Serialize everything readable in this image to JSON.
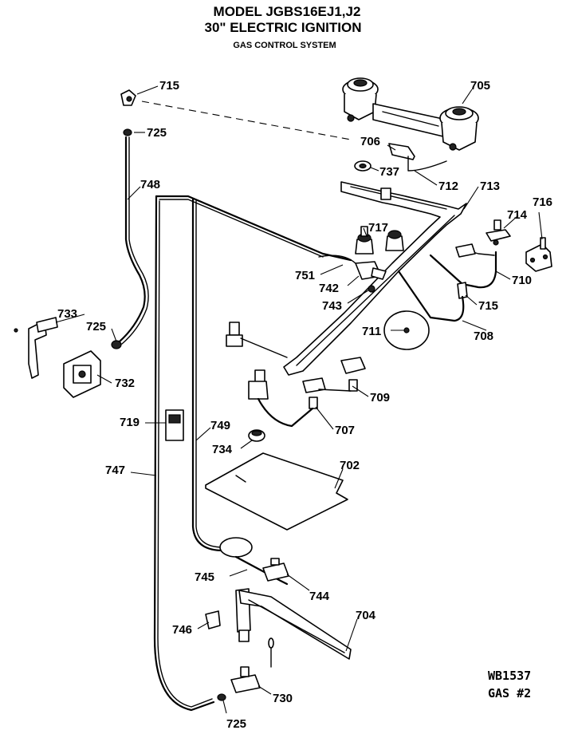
{
  "header": {
    "model": "MODEL JGBS16EJ1,J2",
    "subtitle": "30\" ELECTRIC IGNITION",
    "section": "GAS CONTROL SYSTEM"
  },
  "callouts": {
    "p715a": "715",
    "p725a": "725",
    "p748": "748",
    "p705": "705",
    "p706": "706",
    "p737": "737",
    "p712": "712",
    "p713": "713",
    "p716": "716",
    "p714": "714",
    "p717": "717",
    "p751": "751",
    "p742": "742",
    "p743": "743",
    "p710": "710",
    "p715b": "715",
    "p711": "711",
    "p708": "708",
    "p733": "733",
    "p725b": "725",
    "p732": "732",
    "p709": "709",
    "p719": "719",
    "p749": "749",
    "p707": "707",
    "p734": "734",
    "p747": "747",
    "p702": "702",
    "p745": "745",
    "p744": "744",
    "p704": "704",
    "p746": "746",
    "p730": "730",
    "p725c": "725"
  },
  "footer": {
    "code": "WB1537",
    "gas": "GAS #2"
  }
}
